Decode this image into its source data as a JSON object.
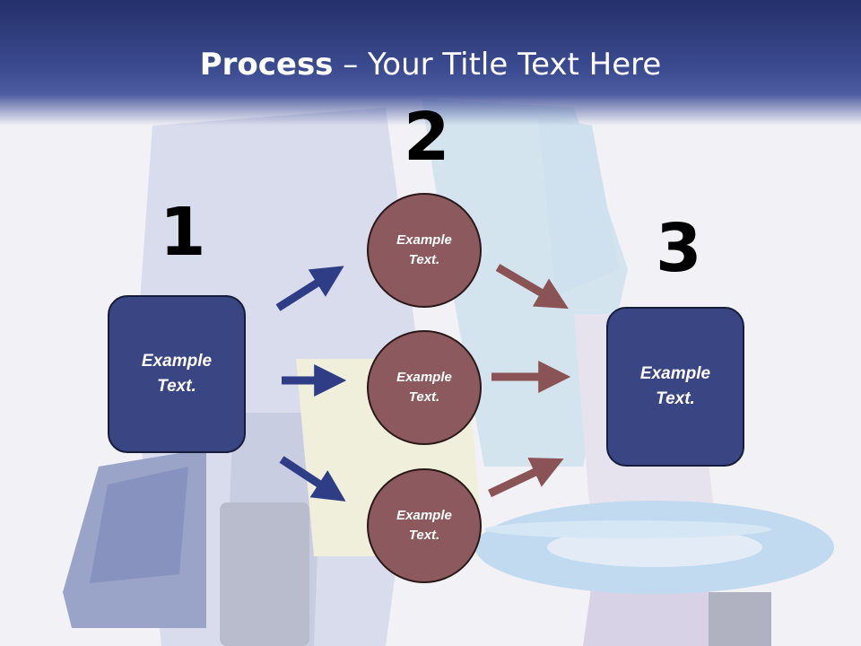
{
  "title": {
    "bold": "Process",
    "rest": " – Your Title Text Here"
  },
  "steps": [
    {
      "number": "1",
      "text": "Example Text."
    },
    {
      "number": "2",
      "text": ""
    },
    {
      "number": "3",
      "text": "Example Text."
    }
  ],
  "circles": [
    {
      "text": "Example Text."
    },
    {
      "text": "Example Text."
    },
    {
      "text": "Example Text."
    }
  ],
  "colors": {
    "header": "#3c4b90",
    "box": "#3a4584",
    "circle": "#8c5a5e",
    "arrow_left": "#2f3d86",
    "arrow_right": "#8a5356"
  }
}
